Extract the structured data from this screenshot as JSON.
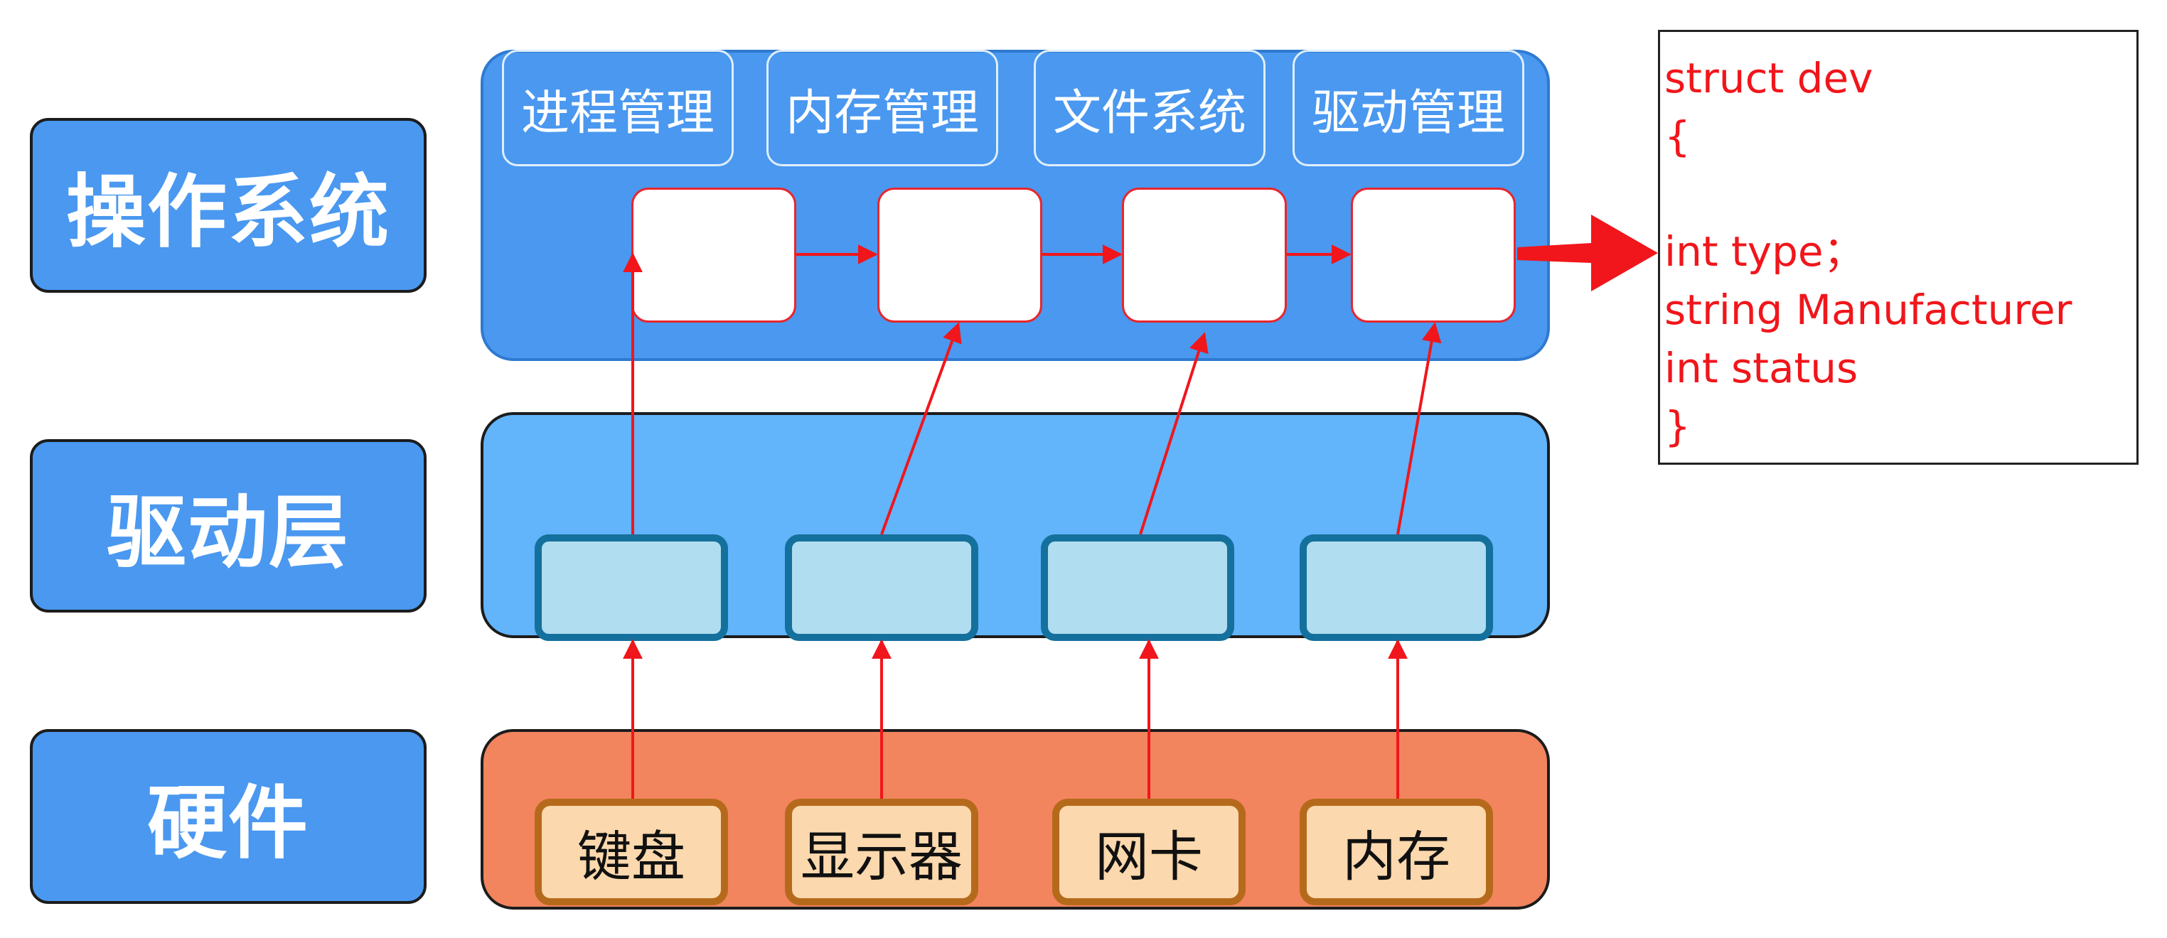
{
  "layers": {
    "os": "操作系统",
    "driver": "驱动层",
    "hardware": "硬件"
  },
  "modules": [
    "进程管理",
    "内存管理",
    "文件系统",
    "驱动管理"
  ],
  "hardware": [
    "键盘",
    "显示器",
    "网卡",
    "内存"
  ],
  "code": {
    "line1": "struct dev",
    "line2": "{",
    "line3": "int type；",
    "line4": "string Manufacturer",
    "line5": "int status",
    "line6": "}"
  },
  "colors": {
    "label_blue": "#4a98f0",
    "os_panel": "#4a98f0",
    "driver_panel": "#62b4fb",
    "hardware_panel": "#f2845e",
    "driver_box_fill": "#b0ddef",
    "driver_box_border": "#14709c",
    "hardware_box_fill": "#fbd8ad",
    "hardware_box_border": "#b56a1b",
    "arrow_red": "#f0161b"
  }
}
